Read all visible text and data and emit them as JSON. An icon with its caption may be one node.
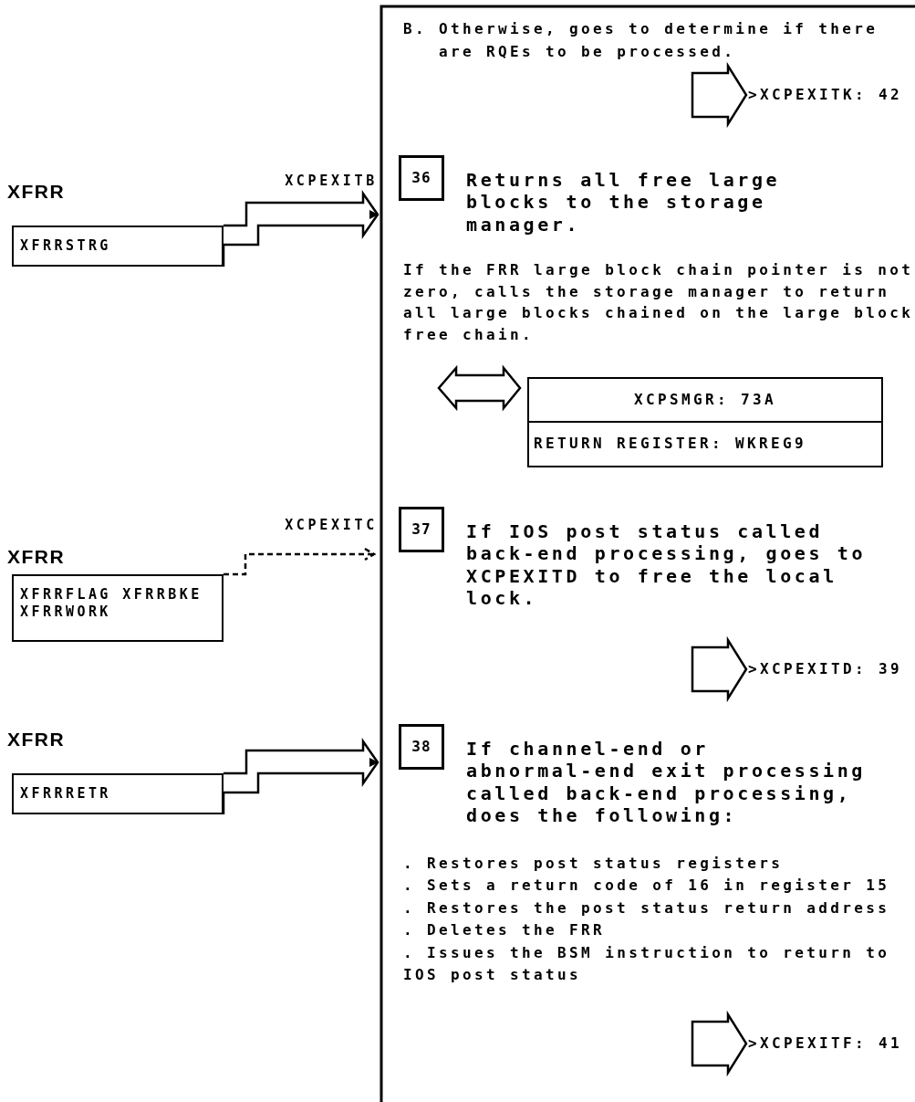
{
  "diagram": {
    "nodes": [
      {
        "text": [
          ">XCPEXITK: 42"
        ]
      },
      {
        "text": [
          "XFRR",
          "XFRRSTRG"
        ]
      },
      {
        "text": [
          "36"
        ],
        "beside": [
          "Returns all free large blocks to the storage manager."
        ]
      },
      {
        "text": [
          "XCPSMGR: 73A",
          "RETURN REGISTER: WKREG9"
        ]
      },
      {
        "text": [
          "XFRR",
          "XFRRFLAG XFRRBKE XFRRWORK"
        ]
      },
      {
        "text": [
          "37"
        ],
        "beside": [
          "If IOS post status called back-end processing, goes to XCPEXITD to free the local lock."
        ]
      },
      {
        "text": [
          ">XCPEXITD: 39"
        ]
      },
      {
        "text": [
          "XFRR",
          "XFRRRETR"
        ]
      },
      {
        "text": [
          "38"
        ],
        "beside": [
          "If channel-end or abnormal-end exit processing called back-end processing, does the following:"
        ]
      },
      {
        "text": [
          ">XCPEXITF: 41"
        ]
      }
    ],
    "edges": [
      {
        "from": null,
        "to": 0,
        "arrow": "to"
      },
      {
        "from": 1,
        "to": 2,
        "arrow": "to",
        "label": "XCPEXITB"
      },
      {
        "from": null,
        "to": 3,
        "arrow": "both"
      },
      {
        "from": 4,
        "to": 5,
        "arrow": "to",
        "label": "XCPEXITC",
        "style": "dashed"
      },
      {
        "from": null,
        "to": 6,
        "arrow": "to"
      },
      {
        "from": 7,
        "to": 8,
        "arrow": "to"
      },
      {
        "from": null,
        "to": 9,
        "arrow": "to"
      }
    ],
    "labels": [
      "B. Otherwise, goes to determine if there are RQEs to be processed.",
      "If the FRR large block chain pointer is not zero, calls the storage manager to return all large blocks chained on the large block free chain.",
      ". Restores post status registers",
      ". Sets a return code of 16 in register 15",
      ". Restores the post status return address",
      ". Deletes the FRR",
      ". Issues the BSM instruction to return to IOS post status"
    ]
  }
}
